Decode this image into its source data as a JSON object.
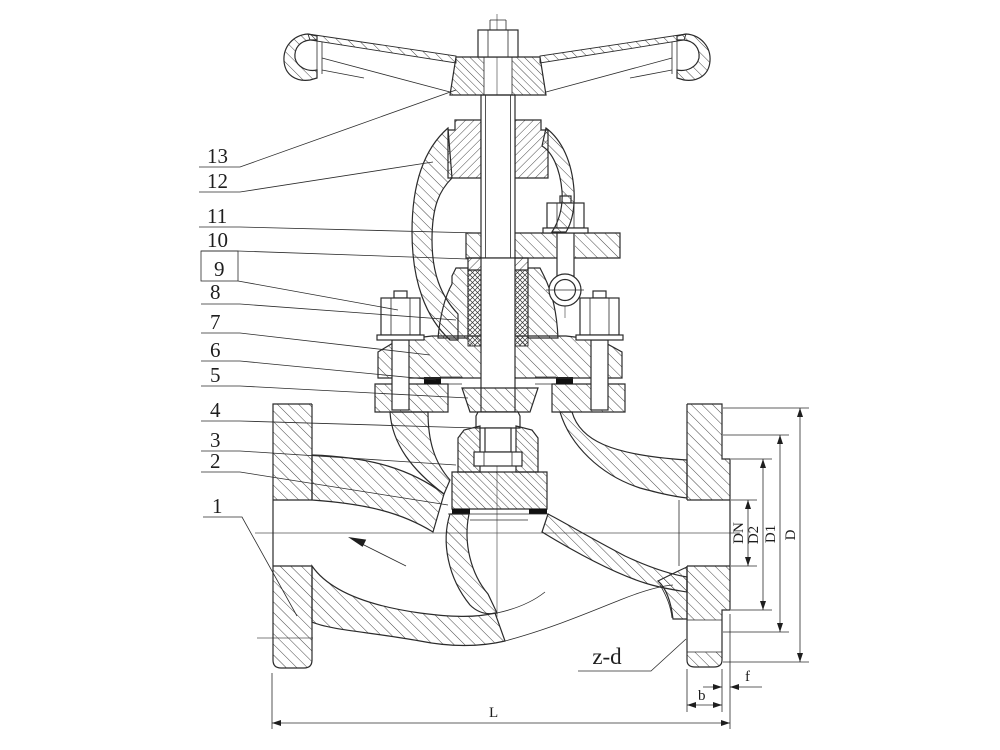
{
  "parts": [
    {
      "num": "13"
    },
    {
      "num": "12"
    },
    {
      "num": "11"
    },
    {
      "num": "10"
    },
    {
      "num": "9"
    },
    {
      "num": "8"
    },
    {
      "num": "7"
    },
    {
      "num": "6"
    },
    {
      "num": "5"
    },
    {
      "num": "4"
    },
    {
      "num": "3"
    },
    {
      "num": "2"
    },
    {
      "num": "1"
    }
  ],
  "dims": {
    "dn": "DN",
    "d2": "D2",
    "d1": "D1",
    "d": "D",
    "f": "f",
    "b": "b",
    "l": "L",
    "zd": "z-d"
  }
}
